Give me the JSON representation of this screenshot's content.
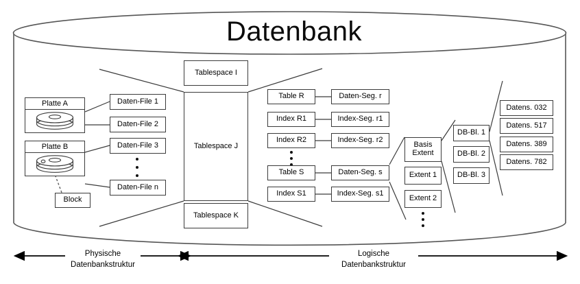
{
  "diagram": {
    "title": "Datenbank",
    "type": "database-architecture-diagram",
    "language": "de"
  },
  "physical": {
    "disks": [
      {
        "label": "Platte A",
        "icon": "disk-stack-icon"
      },
      {
        "label": "Platte B",
        "icon": "disk-stack-icon"
      }
    ],
    "block": {
      "label": "Block"
    },
    "data_files": [
      {
        "label": "Daten-File 1"
      },
      {
        "label": "Daten-File 2"
      },
      {
        "label": "Daten-File 3"
      },
      {
        "label": "Daten-File n"
      }
    ],
    "ellipsis": "vertical-dots"
  },
  "tablespaces": [
    {
      "label": "Tablespace I"
    },
    {
      "label": "Tablespace J"
    },
    {
      "label": "Tablespace K"
    }
  ],
  "logical": {
    "objects": [
      {
        "label": "Table R"
      },
      {
        "label": "Index R1"
      },
      {
        "label": "Index R2"
      },
      {
        "label": "Table S"
      },
      {
        "label": "Index S1"
      }
    ],
    "segments": [
      {
        "label": "Daten-Seg. r"
      },
      {
        "label": "Index-Seg. r1"
      },
      {
        "label": "Index-Seg. r2"
      },
      {
        "label": "Daten-Seg. s"
      },
      {
        "label": "Index-Seg. s1"
      }
    ],
    "extents": [
      {
        "label": "Basis\nExtent",
        "line1": "Basis",
        "line2": "Extent"
      },
      {
        "label": "Extent 1"
      },
      {
        "label": "Extent 2"
      }
    ],
    "blocks": [
      {
        "label": "DB-Bl. 1"
      },
      {
        "label": "DB-Bl. 2"
      },
      {
        "label": "DB-Bl. 3"
      }
    ],
    "records": [
      {
        "label": "Datens. 032"
      },
      {
        "label": "Datens. 517"
      },
      {
        "label": "Datens. 389"
      },
      {
        "label": "Datens. 782"
      }
    ]
  },
  "axes": [
    {
      "line1": "Physische",
      "line2": "Datenbankstruktur"
    },
    {
      "line1": "Logische",
      "line2": "Datenbankstruktur"
    }
  ],
  "colors": {
    "stroke": "#3a3a3a",
    "text": "#000000",
    "background": "#ffffff",
    "cylinder": "#4a4a4a"
  }
}
